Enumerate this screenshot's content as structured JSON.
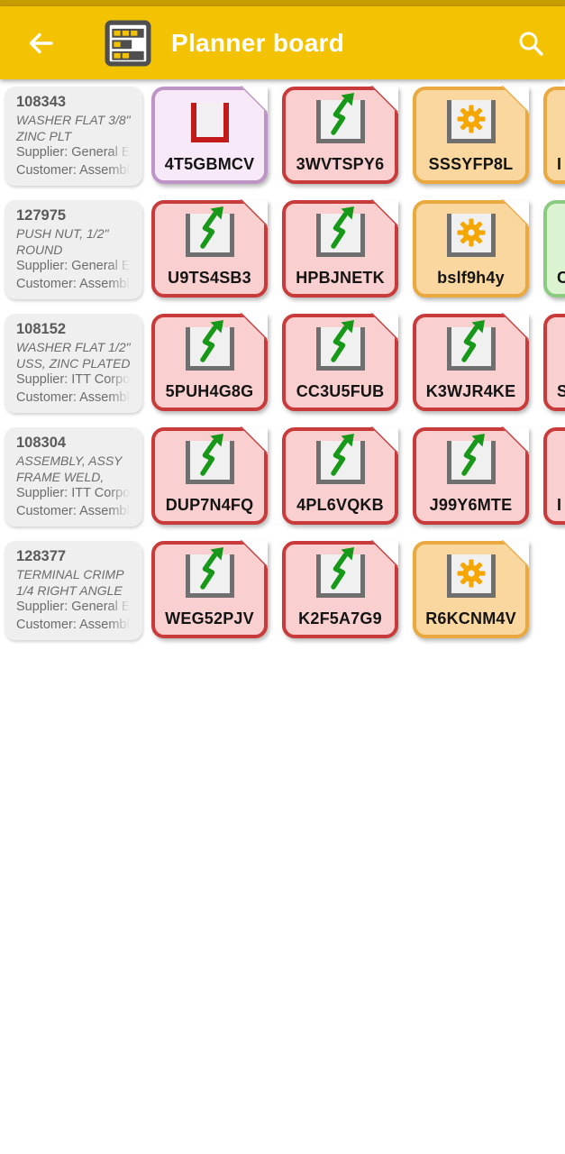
{
  "header": {
    "title": "Planner board",
    "back_icon": "arrow-left",
    "logo_icon": "planner-board",
    "search_icon": "magnifier",
    "bar_color": "#F3C202",
    "status_bar_color": "#C79E00"
  },
  "colors": {
    "card_red_bg": "#F9CFCF",
    "card_red_border": "#C93A3A",
    "card_orange_bg": "#FAD79E",
    "card_orange_border": "#E9A93F",
    "card_purple_bg": "#F7E9F8",
    "card_purple_border": "#BE94C6",
    "card_green_bg": "#DCF3D2",
    "card_green_border": "#8BCB81",
    "bolt_green": "#189818",
    "gear_orange": "#F5A600",
    "empty_bin_red": "#C21A1A",
    "part_card_bg": "#EFEFEF"
  },
  "board": {
    "rows": [
      {
        "part": {
          "number": "108343",
          "description": "WASHER FLAT 3/8\" ZINC PLT",
          "supplier_line": "Supplier: General Elec",
          "customer_line": "Customer: Assembly"
        },
        "cards": [
          {
            "code": "4T5GBMCV",
            "variant": "purple",
            "icon": "empty-bin"
          },
          {
            "code": "3WVTSPY6",
            "variant": "red",
            "icon": "rush-bolt"
          },
          {
            "code": "SSSYFP8L",
            "variant": "orange",
            "icon": "gear"
          },
          {
            "code": "I",
            "variant": "orange",
            "icon": "none",
            "partial": true
          }
        ]
      },
      {
        "part": {
          "number": "127975",
          "description": "PUSH NUT, 1/2\" ROUND",
          "supplier_line": "Supplier: General Elec",
          "customer_line": "Customer: Assembly"
        },
        "cards": [
          {
            "code": "U9TS4SB3",
            "variant": "red",
            "icon": "rush-bolt"
          },
          {
            "code": "HPBJNETK",
            "variant": "red",
            "icon": "rush-bolt"
          },
          {
            "code": "bslf9h4y",
            "variant": "orange",
            "icon": "gear"
          },
          {
            "code": "C",
            "variant": "green",
            "icon": "none",
            "partial": true
          }
        ]
      },
      {
        "part": {
          "number": "108152",
          "description": "WASHER FLAT 1/2\" USS, ZINC PLATED",
          "supplier_line": "Supplier:  ITT Corpora",
          "customer_line": "Customer: Assembly"
        },
        "cards": [
          {
            "code": "5PUH4G8G",
            "variant": "red",
            "icon": "rush-bolt"
          },
          {
            "code": "CC3U5FUB",
            "variant": "red",
            "icon": "rush-bolt"
          },
          {
            "code": "K3WJR4KE",
            "variant": "red",
            "icon": "rush-bolt"
          },
          {
            "code": "S",
            "variant": "red",
            "icon": "none",
            "partial": true
          }
        ]
      },
      {
        "part": {
          "number": "108304",
          "description": "ASSEMBLY, ASSY FRAME WELD,",
          "supplier_line": "Supplier:  ITT Corpora",
          "customer_line": "Customer: Assembly"
        },
        "cards": [
          {
            "code": "DUP7N4FQ",
            "variant": "red",
            "icon": "rush-bolt"
          },
          {
            "code": "4PL6VQKB",
            "variant": "red",
            "icon": "rush-bolt"
          },
          {
            "code": "J99Y6MTE",
            "variant": "red",
            "icon": "rush-bolt"
          },
          {
            "code": "I",
            "variant": "red",
            "icon": "none",
            "partial": true
          }
        ]
      },
      {
        "part": {
          "number": "128377",
          "description": "TERMINAL CRIMP 1/4 RIGHT ANGLE",
          "supplier_line": "Supplier: General Elec",
          "customer_line": "Customer: Assembly"
        },
        "cards": [
          {
            "code": "WEG52PJV",
            "variant": "red",
            "icon": "rush-bolt"
          },
          {
            "code": "K2F5A7G9",
            "variant": "red",
            "icon": "rush-bolt"
          },
          {
            "code": "R6KCNM4V",
            "variant": "orange",
            "icon": "gear"
          }
        ]
      }
    ]
  }
}
